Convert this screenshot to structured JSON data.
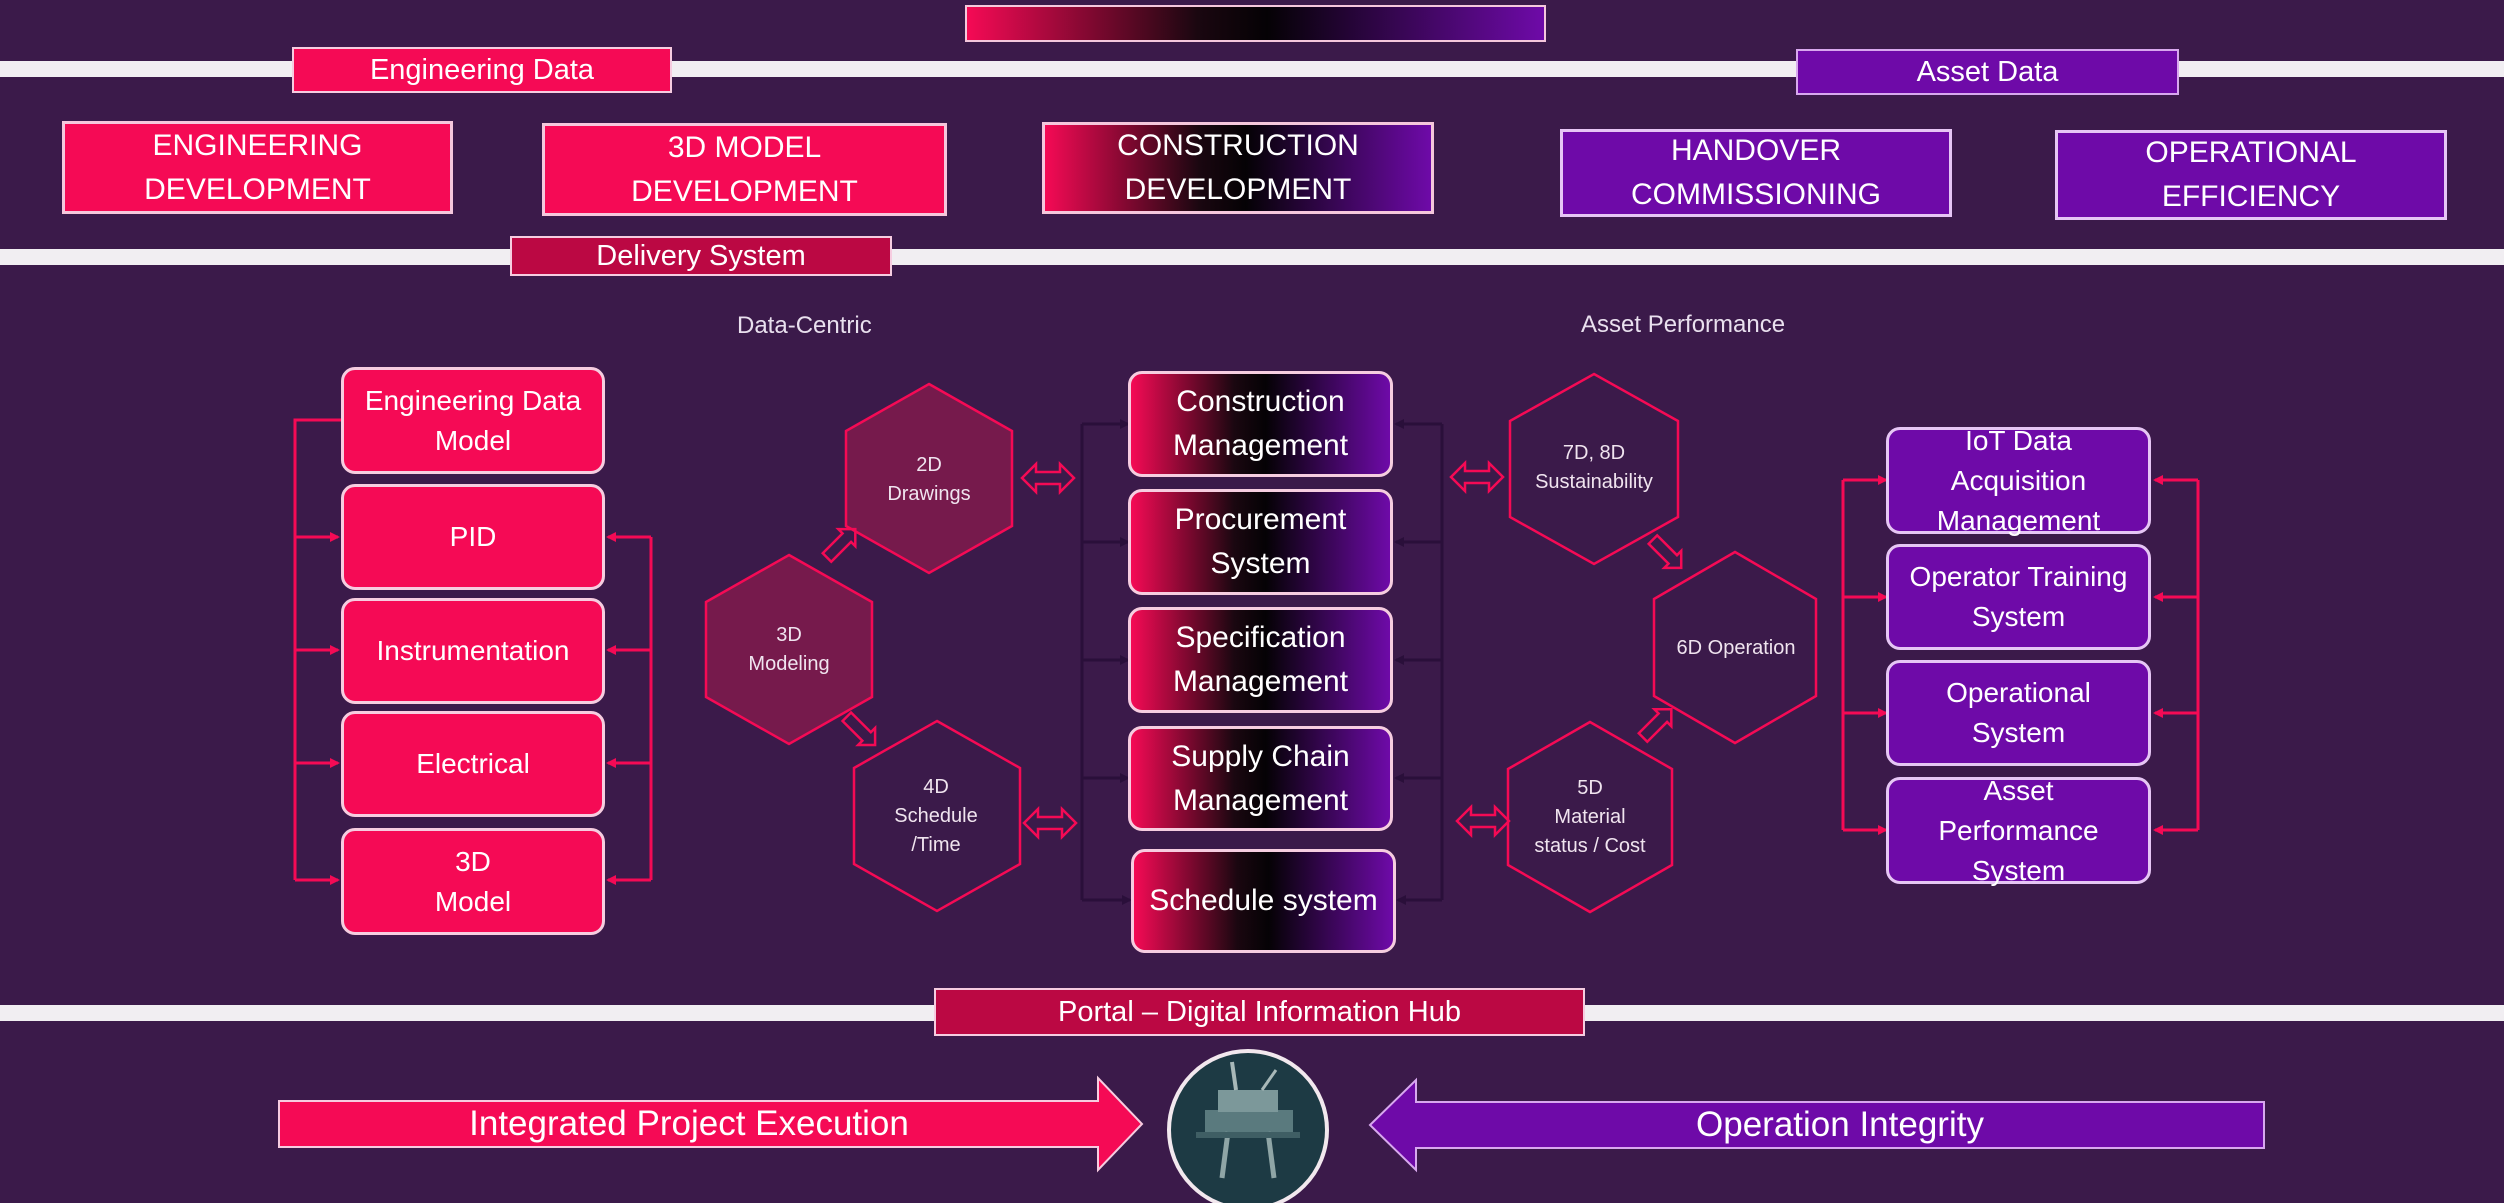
{
  "colors": {
    "background": "#3b1a4a",
    "pink": "#f50a55",
    "crimson": "#bb0843",
    "purple": "#6e0aa8",
    "rail": "#f1eef2"
  },
  "bands": {
    "engineering_data": "Engineering Data",
    "asset_data": "Asset Data",
    "delivery_system": "Delivery System",
    "portal": "Portal – Digital Information Hub"
  },
  "phases": [
    {
      "label": "ENGINEERING\nDEVELOPMENT"
    },
    {
      "label": "3D MODEL\nDEVELOPMENT"
    },
    {
      "label": "CONSTRUCTION\nDEVELOPMENT"
    },
    {
      "label": "HANDOVER\nCOMMISSIONING"
    },
    {
      "label": "OPERATIONAL\nEFFICIENCY"
    }
  ],
  "sections": {
    "data_centric": "Data-Centric",
    "asset_performance": "Asset Performance"
  },
  "engineering_items": [
    "Engineering Data\nModel",
    "PID",
    "Instrumentation",
    "Electrical",
    "3D\nModel"
  ],
  "center_items": [
    "Construction\nManagement",
    "Procurement\nSystem",
    "Specification\nManagement",
    "Supply Chain\nManagement",
    "Schedule system"
  ],
  "hexagons": {
    "drawings_2d": "2D\nDrawings",
    "modeling_3d": "3D\nModeling",
    "schedule_4d": "4D\nSchedule\n/Time",
    "sustainability_7d8d": "7D, 8D\nSustainability",
    "operation_6d": "6D Operation",
    "material_5d": "5D\nMaterial\nstatus / Cost"
  },
  "operation_items": [
    "IoT Data\nAcquisition\nManagement",
    "Operator Training\nSystem",
    "Operational\nSystem",
    "Asset\nPerformance\nSystem"
  ],
  "arrows": {
    "left": "Integrated Project Execution",
    "right": "Operation Integrity"
  },
  "center_image": {
    "icon": "offshore-platform-icon"
  }
}
